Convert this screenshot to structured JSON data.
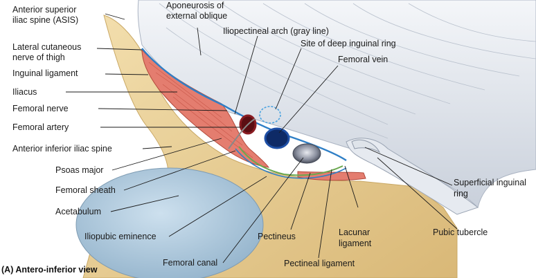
{
  "figure": {
    "caption": "(A) Antero-inferior view",
    "labels": {
      "asis_1": "Anterior superior",
      "asis_2": "iliac spine (ASIS)",
      "lat_cut_1": "Lateral cutaneous",
      "lat_cut_2": "nerve of thigh",
      "inguinal_ligament": "Inguinal ligament",
      "iliacus": "Iliacus",
      "femoral_nerve": "Femoral nerve",
      "femoral_artery": "Femoral artery",
      "aiis": "Anterior inferior iliac spine",
      "psoas_major": "Psoas major",
      "femoral_sheath": "Femoral sheath",
      "acetabulum": "Acetabulum",
      "iliopubic_eminence": "Iliopubic eminence",
      "femoral_canal": "Femoral canal",
      "aponeurosis_1": "Aponeurosis of",
      "aponeurosis_2": "external oblique",
      "iliopectineal_arch": "Iliopectineal arch (gray line)",
      "deep_ring": "Site of deep inguinal ring",
      "femoral_vein": "Femoral vein",
      "sup_ring_1": "Superficial inguinal",
      "sup_ring_2": "ring",
      "pubic_tubercle": "Pubic tubercle",
      "pectineus": "Pectineus",
      "lacunar_1": "Lacunar",
      "lacunar_2": "ligament",
      "pectineal_ligament": "Pectineal ligament"
    }
  }
}
